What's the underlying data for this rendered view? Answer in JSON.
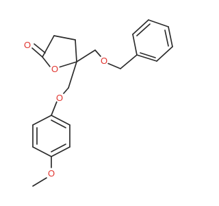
{
  "molecule": {
    "atoms": [
      {
        "id": "O_carbonyl",
        "element": "O",
        "label": "O"
      },
      {
        "id": "O_ring",
        "element": "O",
        "label": "O"
      },
      {
        "id": "O_benzyl_ether",
        "element": "O",
        "label": "O"
      },
      {
        "id": "O_aryl_ether",
        "element": "O",
        "label": "O"
      },
      {
        "id": "O_methoxy",
        "element": "O",
        "label": "O"
      }
    ],
    "colors": {
      "bond": "#2b2b2b",
      "oxygen": "#e0312b",
      "background": "#ffffff"
    }
  }
}
